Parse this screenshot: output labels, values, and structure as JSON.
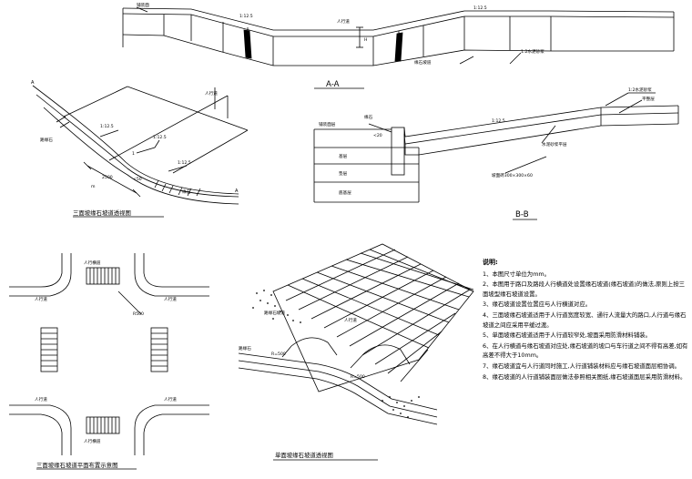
{
  "labels": {
    "aa_top_left": "铺装面",
    "aa_slope_left": "1:12.5",
    "aa_slope_right": "1:12.5",
    "aa_mid": "人行道",
    "aa_dim": "H",
    "aa_curb_label": "缘石坡道",
    "aa_right_edge": "1:2水泥砂浆",
    "aa_title": "A-A",
    "persp_label_a": "A",
    "persp_label_a2": "A",
    "persp_walk": "人行道",
    "persp_slope1": "1:12.5",
    "persp_slope2": "1:12.5",
    "persp_slope3": "1:12.5",
    "persp_one": "1",
    "persp_left_note": "路缘石",
    "persp_dim": "2500",
    "persp_small": "m",
    "persp_w": "<50",
    "persp_right_note": "缘石",
    "persp_title": "三面坡缘石坡道透视图",
    "bb_top_label": "1:2水泥砂浆",
    "bb_top_label2": "平整层",
    "bb_slope": "1:12.5",
    "bb_curb": "缘石",
    "bb_left_top": "铺装面层",
    "bb_dim": "<20",
    "bb_layer1": "基层",
    "bb_layer2": "垫层",
    "bb_layer3": "底基层",
    "bb_right_label": "水泥砂浆平层",
    "bb_bottom_note": "坡面砖300×300×60",
    "bb_title": "B-B",
    "plan_label_tl": "人行横道",
    "plan_label_walk_l": "人行道",
    "plan_label_walk_r": "人行道",
    "plan_label_walk_bl": "人行道",
    "plan_label_walk_br": "人行道",
    "plan_label_cross_b": "人行横道",
    "plan_dim": "R500",
    "plan_title": "三面坡缘石坡道平面布置示意图",
    "single_label_l": "路缘石坡道",
    "single_label_r1": "人行道",
    "single_label_road": "路缘石",
    "single_r1": "R=500",
    "single_r2": "R=500",
    "single_title": "单面坡缘石坡道透视图"
  },
  "notes": {
    "heading": "说明:",
    "items": [
      "1、本图尺寸单位为mm。",
      "2、本图用于路口及路段人行横道处设置缘石坡道(缘石坡道)的做法,原则上按三面坡型缘石坡道设置。",
      "3、缘石坡道设置位置应与人行横道对应。",
      "4、三面坡缘石坡道适用于人行道宽度较宽、通行人流量大的路口,人行道与缘石坡道之间应采用平缓过渡。",
      "5、单面坡缘石坡道适用于人行道较窄处,坡面采用防滑材料铺装。",
      "6、在人行横道与缘石坡道对应处,缘石坡道的坡口与车行道之间不得有高差,如有高差不得大于10mm。",
      "7、缘石坡道宜与人行道同时施工,人行道铺装材料应与缘石坡道面层相协调。",
      "8、缘石坡道的人行道铺装面层做法参照相关图纸,缘石坡道面层采用防滑材料。"
    ]
  }
}
